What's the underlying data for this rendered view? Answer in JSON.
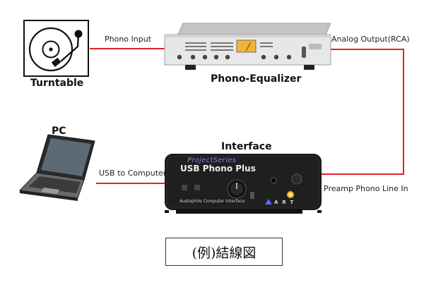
{
  "devices": {
    "turntable": {
      "label": "Turntable"
    },
    "phono_eq": {
      "label": "Phono-Equalizer"
    },
    "interface": {
      "label": "Interface",
      "brand": "ProjectSeries",
      "model": "USB Phono Plus",
      "footer": "Audiophile Computer Interface",
      "logo": "ART"
    },
    "pc": {
      "label": "PC"
    }
  },
  "connections": {
    "phono_input": "Phono Input",
    "analog_output": "Analog Output(RCA)",
    "preamp_line_in": "Preamp Phono Line In",
    "usb_to_computer": "USB to Computer"
  },
  "caption": "(例)結線図",
  "colors": {
    "cable": "#e0242a",
    "device_dark": "#1a1a1a",
    "interface_accent": "#5b6bff"
  }
}
